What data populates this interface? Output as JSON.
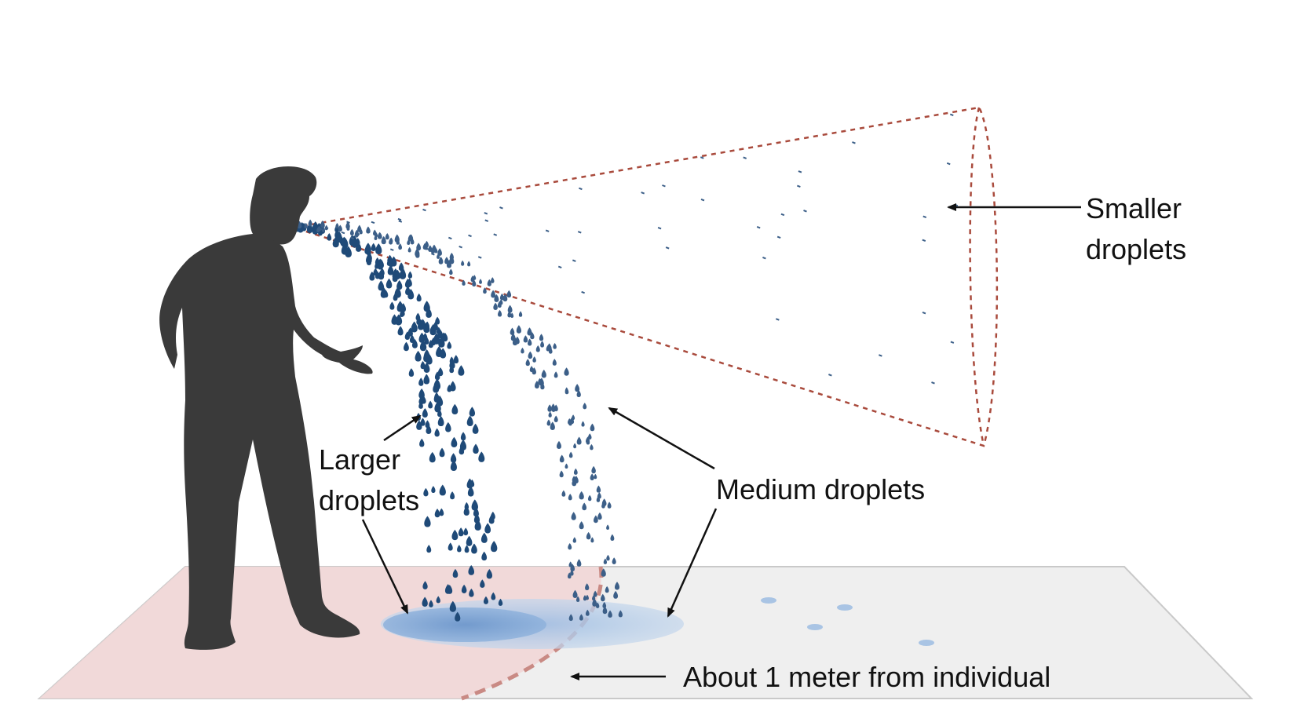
{
  "labels": {
    "smaller_line1": "Smaller",
    "smaller_line2": "droplets",
    "larger_line1": "Larger",
    "larger_line2": "droplets",
    "medium": "Medium droplets",
    "distance": "About 1 meter from individual"
  },
  "colors": {
    "floor_near": "#f0d7d7",
    "floor_far": "#efefef",
    "floor_edge": "#c9c9c9",
    "cone_outline": "#a94a3c",
    "droplet": "#1f4a78",
    "medium_droplet": "#3c5f88",
    "puddle_medium": "#c3d6ec",
    "puddle_large": "#8fb2dc",
    "boundary": "#c98a84",
    "silhouette": "#3a3a3a",
    "text": "#111111"
  }
}
